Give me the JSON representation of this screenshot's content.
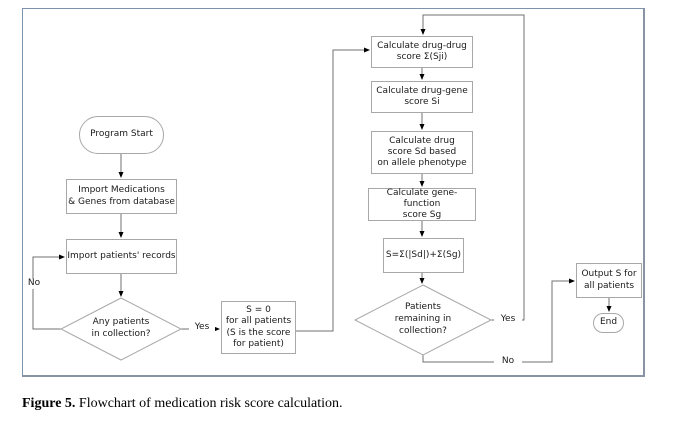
{
  "figure": {
    "caption_label": "Figure 5.",
    "caption_text": " Flowchart of medication risk score calculation."
  },
  "flowchart": {
    "nodes": {
      "program_start": "Program Start",
      "import_meds": "Import Medications\n& Genes from database",
      "import_patients": "Import patients' records",
      "any_patients": "Any patients\nin collection?",
      "s_zero": "S = 0\nfor all patients\n(S is the score\nfor patient)",
      "calc_drug_drug": "Calculate drug-drug\nscore Σ(Sji)",
      "calc_drug_gene": "Calculate drug-gene\nscore Si",
      "calc_drug_score": "Calculate drug\nscore Sd based\non allele phenotype",
      "calc_gene_function": "Calculate gene-function\nscore Sg",
      "s_formula": "S=Σ(|Sd|)+Σ(Sg)",
      "patients_remaining": "Patients\nremaining in\ncollection?",
      "output_s": "Output S for\nall patients",
      "end": "End"
    },
    "edge_labels": {
      "yes_any_patients": "Yes",
      "no_any_patients": "No",
      "yes_remaining": "Yes",
      "no_remaining": "No"
    },
    "colors": {
      "frame_border": "#7d93ad",
      "node_border": "#a8a8a8",
      "connector": "#707070",
      "arrowhead": "#000000",
      "text": "#000000",
      "background": "#ffffff"
    }
  }
}
